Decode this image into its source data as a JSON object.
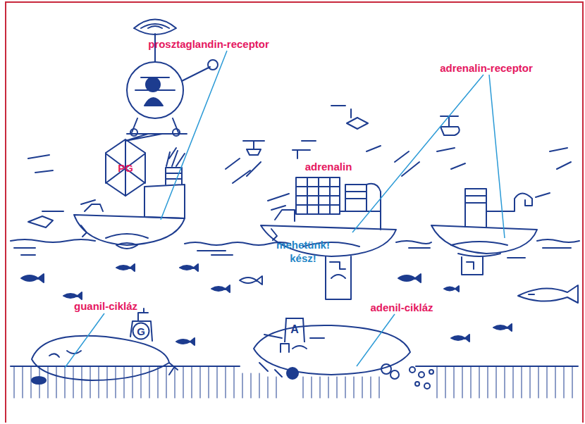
{
  "diagram": {
    "nodes": [
      {
        "text": [
          "PG"
        ]
      },
      {
        "text": [
          "G"
        ]
      },
      {
        "text": [
          "A"
        ]
      }
    ],
    "labels": [
      "prosztaglandin-receptor",
      "adrenalin-receptor",
      "adrenalin",
      "mehetünk! kész!",
      "guanil-cikláz",
      "adenil-cikláz"
    ]
  }
}
